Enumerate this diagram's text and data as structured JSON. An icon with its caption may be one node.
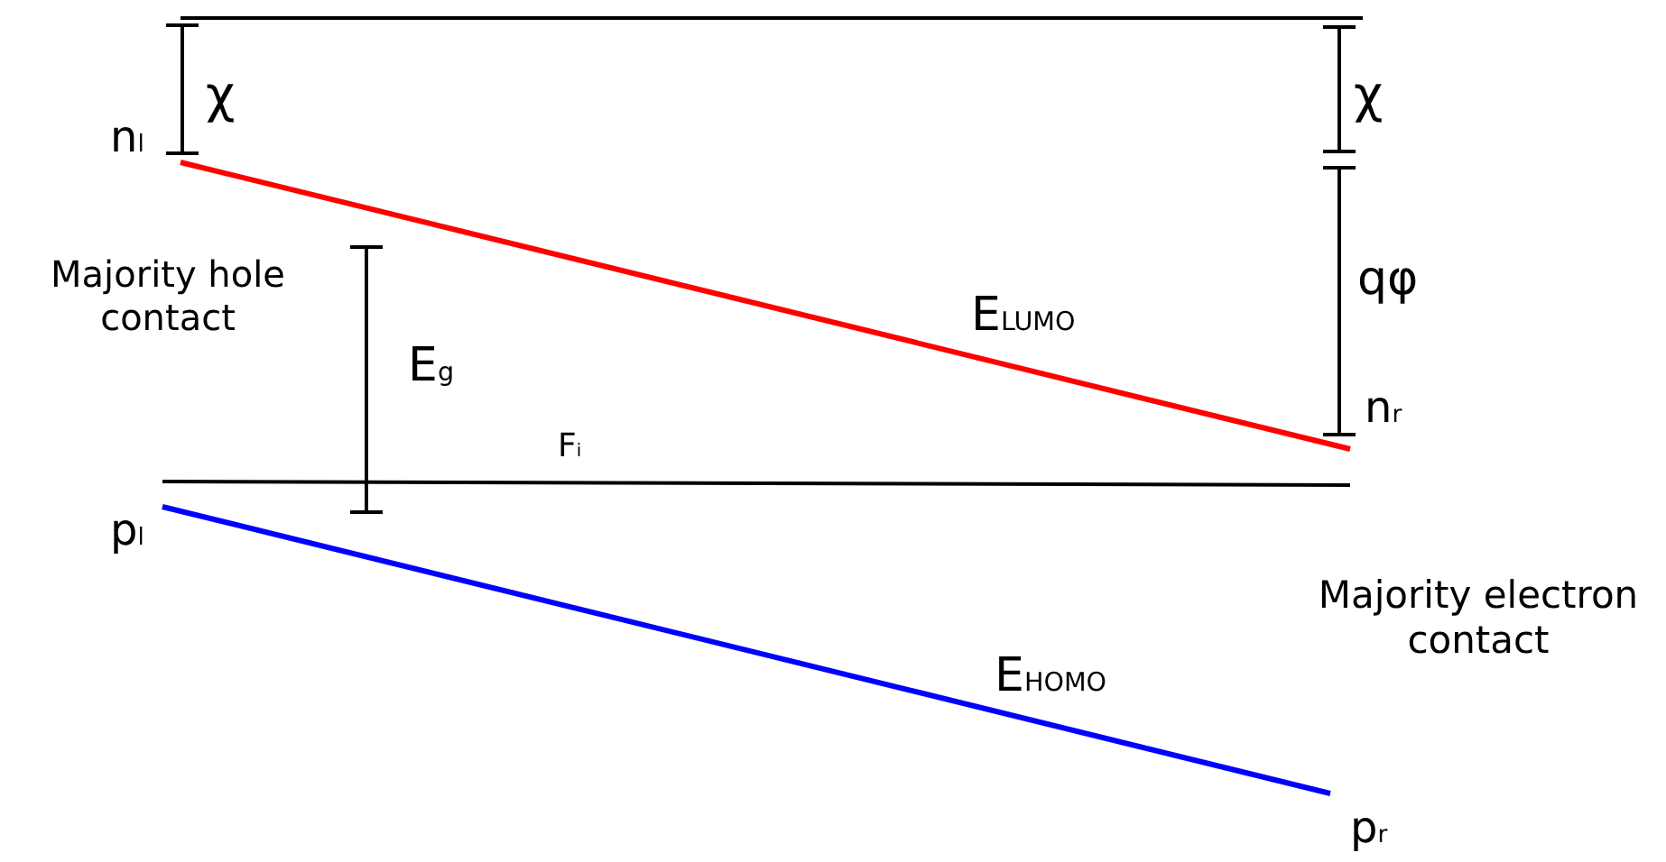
{
  "diagram": {
    "labels": [
      "χ",
      "χ",
      "n$_{l}$",
      "Majority hole contact",
      "qφ",
      "E$_{g}$",
      "E$_{LUMO}$",
      "n$_{r}$",
      "F$_{i}$",
      "p$_{l}$",
      "Majority electron contact",
      "E$_{HOMO}$",
      "p$_{r}$"
    ]
  }
}
